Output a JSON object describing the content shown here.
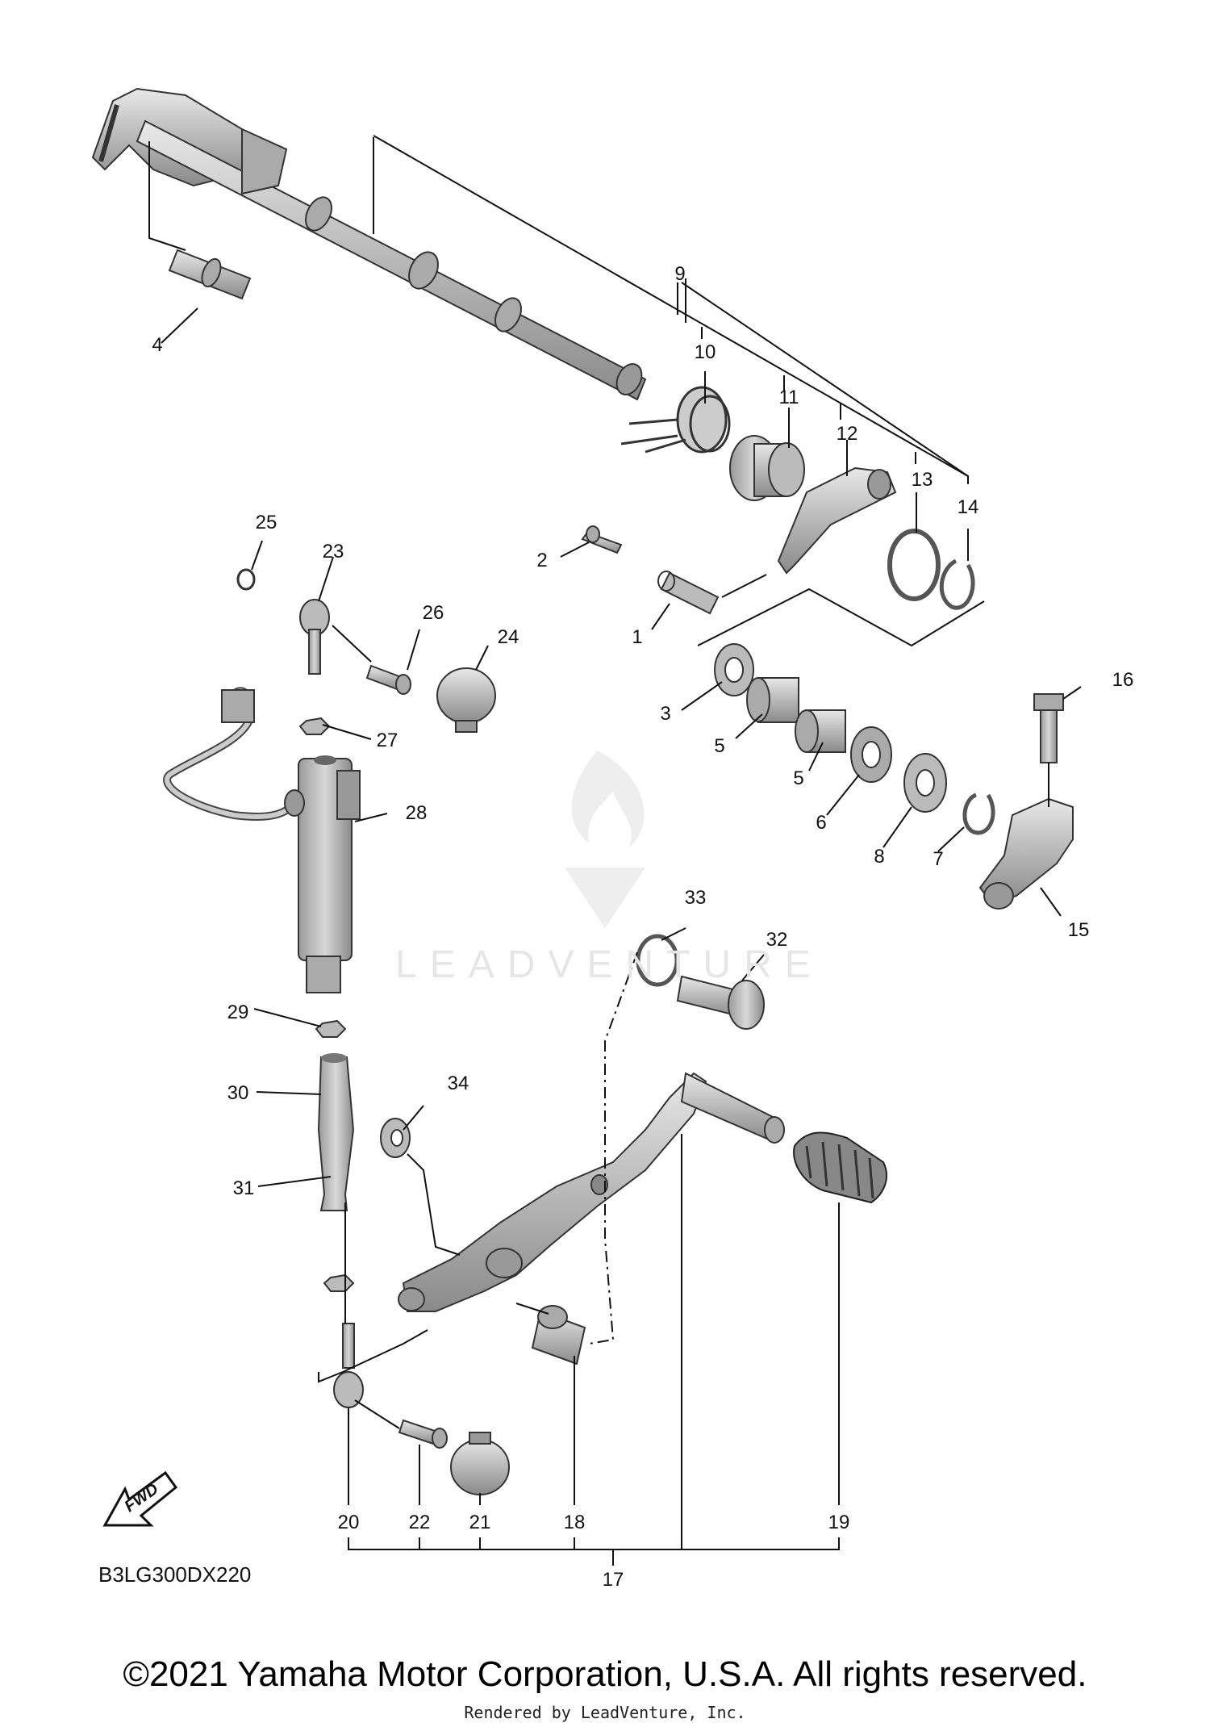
{
  "diagram": {
    "code": "B3LG300DX220",
    "fwd_label": "FWD",
    "watermark": "LEADVENTURE",
    "callouts": {
      "c1": "1",
      "c2": "2",
      "c3": "3",
      "c4": "4",
      "c5a": "5",
      "c5b": "5",
      "c6": "6",
      "c7": "7",
      "c8": "8",
      "c9": "9",
      "c10": "10",
      "c11": "11",
      "c12": "12",
      "c13": "13",
      "c14": "14",
      "c15": "15",
      "c16": "16",
      "c17": "17",
      "c18": "18",
      "c19": "19",
      "c20": "20",
      "c21": "21",
      "c22": "22",
      "c23": "23",
      "c24": "24",
      "c25": "25",
      "c26": "26",
      "c27": "27",
      "c28": "28",
      "c29": "29",
      "c30": "30",
      "c31": "31",
      "c32": "32",
      "c33": "33",
      "c34": "34"
    }
  },
  "footer": {
    "copyright": "©2021 Yamaha Motor Corporation, U.S.A. All rights reserved.",
    "rendered_by": "Rendered by LeadVenture, Inc."
  },
  "colors": {
    "part_fill": "#c8c8c8",
    "part_stroke": "#333333",
    "line": "#111111"
  }
}
